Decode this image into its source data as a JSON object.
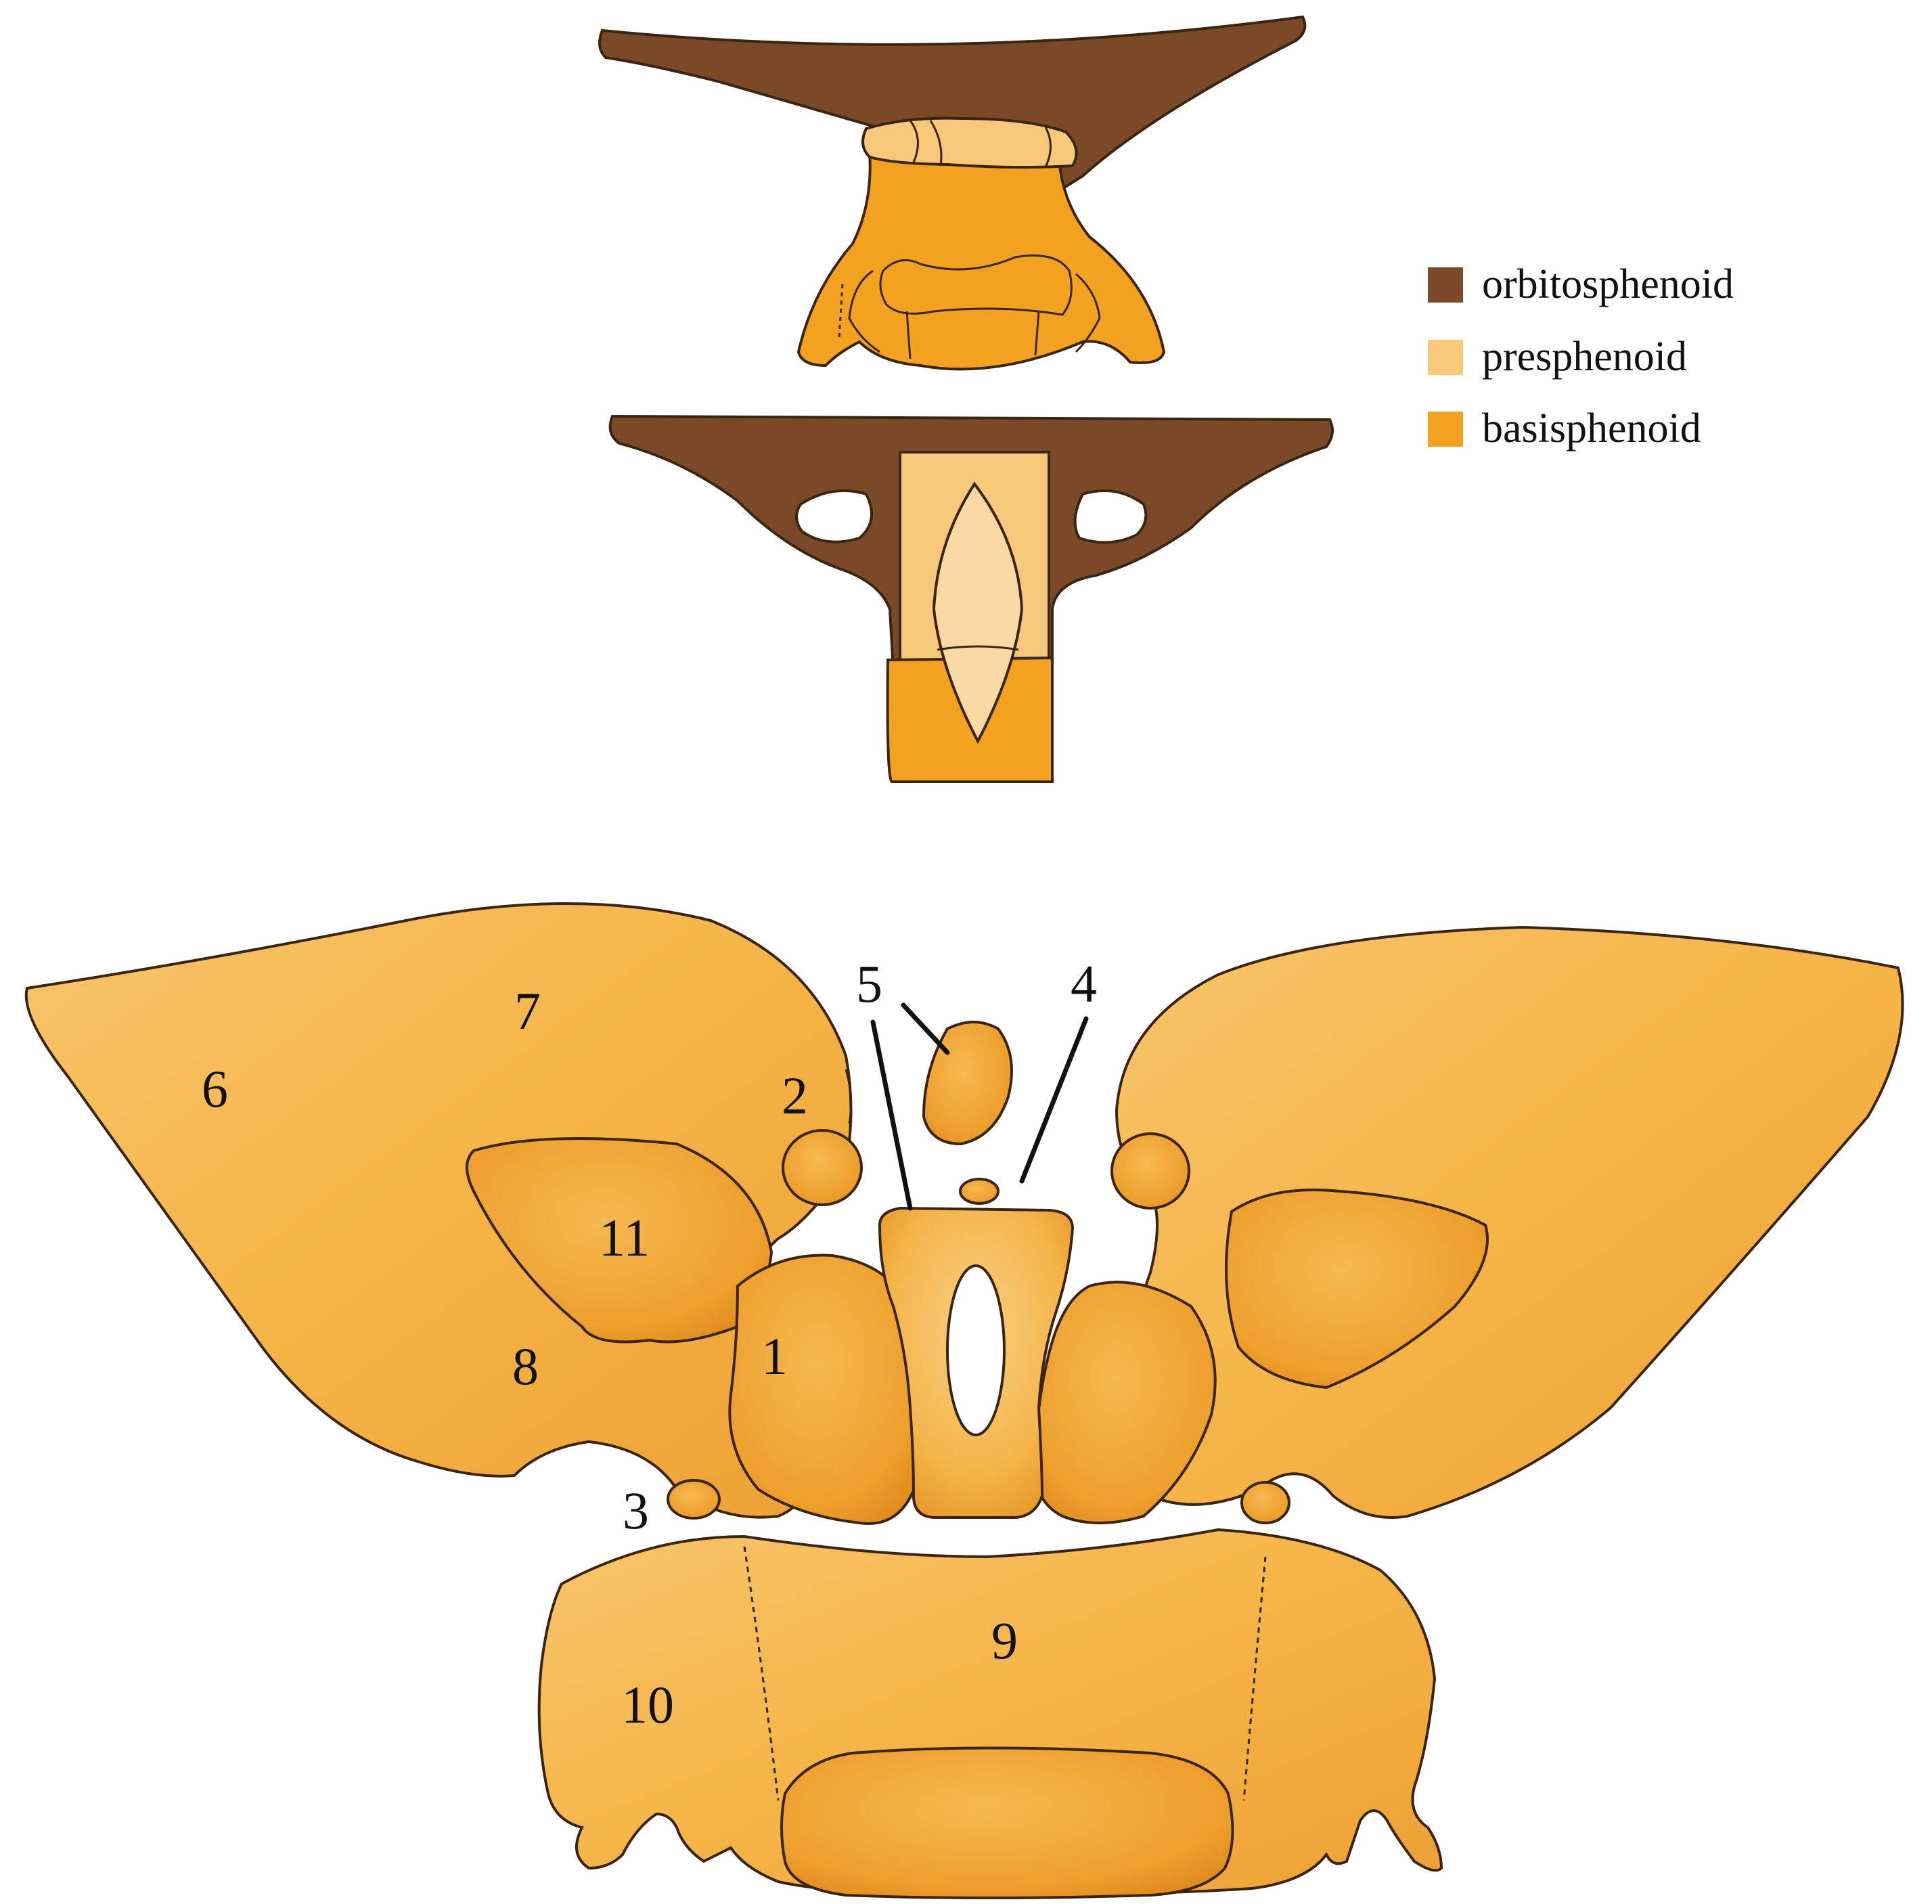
{
  "legend": {
    "items": [
      {
        "label": "orbitosphenoid",
        "color": "#7a4a28"
      },
      {
        "label": "presphenoid",
        "color": "#f7c77a"
      },
      {
        "label": "basisphenoid",
        "color": "#f2a21e"
      }
    ]
  },
  "colors": {
    "orbitosphenoid": "#7a4a28",
    "presphenoid": "#f7c77a",
    "basisphenoid": "#f2a21e",
    "bone": "#f4b241",
    "bone_light": "#f8c872",
    "outline": "#3a2412"
  },
  "labels": {
    "n1": "1",
    "n2": "2",
    "n3": "3",
    "n4": "4",
    "n5": "5",
    "n6": "6",
    "n7": "7",
    "n8": "8",
    "n9": "9",
    "n10": "10",
    "n11": "11"
  }
}
